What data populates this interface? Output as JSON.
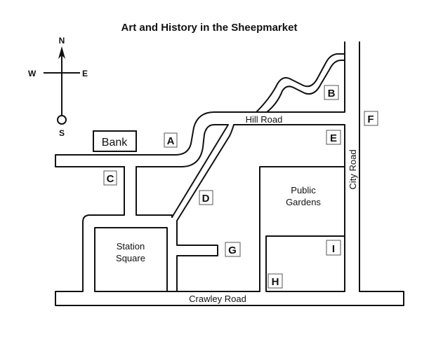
{
  "title": "Art and History in the Sheepmarket",
  "compass": {
    "north": "N",
    "south": "S",
    "east": "E",
    "west": "W"
  },
  "roads": {
    "hill": "Hill Road",
    "city": "City Road",
    "crawley": "Crawley Road"
  },
  "places": {
    "bank": "Bank",
    "station_line1": "Station",
    "station_line2": "Square",
    "gardens_line1": "Public",
    "gardens_line2": "Gardens"
  },
  "markers": {
    "a": "A",
    "b": "B",
    "c": "C",
    "d": "D",
    "e": "E",
    "f": "F",
    "g": "G",
    "h": "H",
    "i": "I"
  }
}
